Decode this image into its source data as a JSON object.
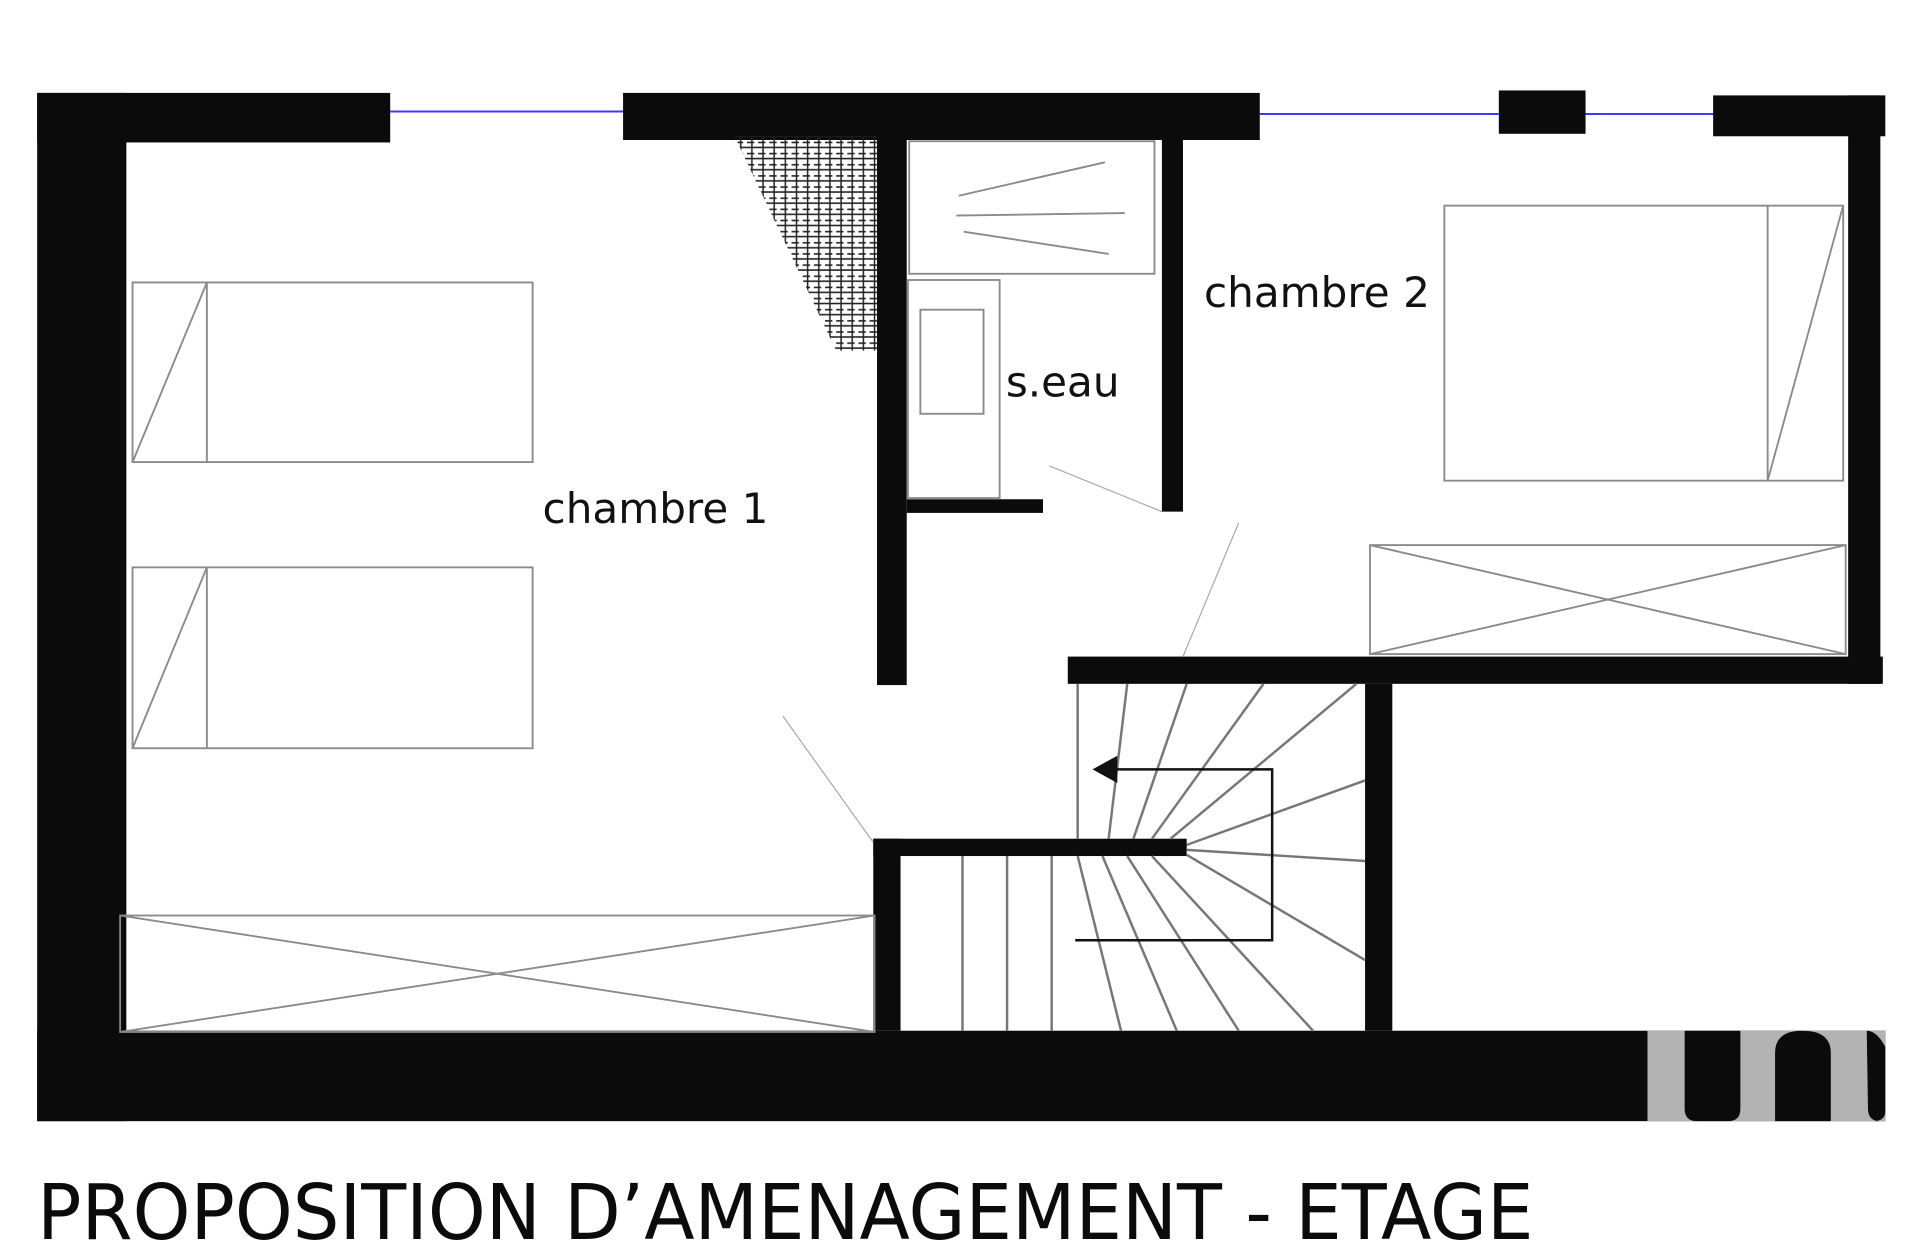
{
  "plan": {
    "title": "PROPOSITION D’AMENAGEMENT - ETAGE",
    "rooms": [
      {
        "label": "chambre 1"
      },
      {
        "label": "chambre 2"
      },
      {
        "label": "s.eau"
      }
    ]
  },
  "colors": {
    "wall": "#0b0b0b",
    "window": "#3a3aff",
    "logo": "#b3b3b3"
  }
}
